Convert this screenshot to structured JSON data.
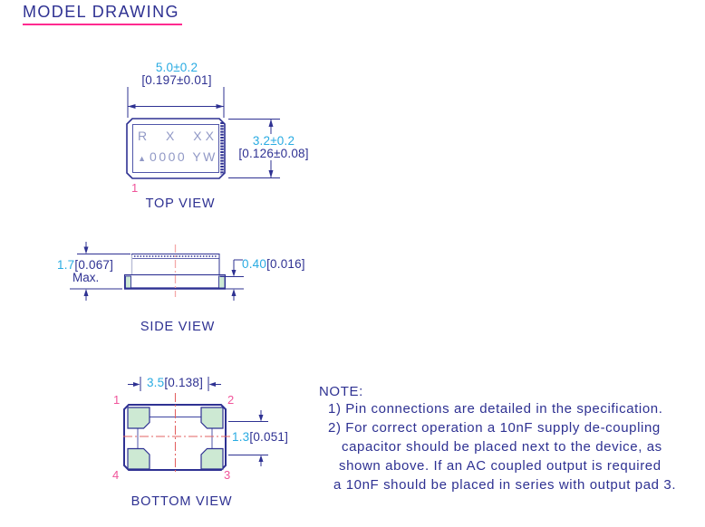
{
  "title": "MODEL DRAWING",
  "colors": {
    "line_navy": "#2e3192",
    "dim_metric_cyan": "#29abe2",
    "pin_pink": "#f0549a",
    "underline_pink": "#ff2a90",
    "centerline_red": "#e36363",
    "centerline_salmon": "#f4a9a9",
    "pad_green": "#cde9d3",
    "marking_gray": "#9199c6"
  },
  "top_view": {
    "label": "TOP VIEW",
    "marking_line1": "R X XX",
    "marking_triangle": "▲",
    "marking_line2": "0000 YW",
    "pin1": "1",
    "dim_width": {
      "metric": "5.0±0.2",
      "imperial": "[0.197±0.01]"
    },
    "dim_height": {
      "metric": "3.2±0.2",
      "imperial": "[0.126±0.08]"
    }
  },
  "side_view": {
    "label": "SIDE VIEW",
    "dim_height": {
      "metric": "1.7",
      "imperial": "[0.067]",
      "qualifier": "Max."
    },
    "dim_base_thickness": {
      "metric": "0.40",
      "imperial": "[0.016]"
    }
  },
  "bottom_view": {
    "label": "BOTTOM VIEW",
    "pins": {
      "p1": "1",
      "p2": "2",
      "p3": "3",
      "p4": "4"
    },
    "dim_pad_span": {
      "metric": "3.5",
      "imperial": "[0.138]"
    },
    "dim_pad_pitch": {
      "metric": "1.3",
      "imperial": "[0.051]"
    }
  },
  "note": {
    "heading": "NOTE:",
    "lines": [
      "1) Pin connections are detailed in the specification.",
      "2) For correct operation a 10nF supply de-coupling",
      "capacitor should be placed next to the device, as",
      "shown above. If an AC coupled output is required",
      "a 10nF should be placed in series with output pad 3."
    ]
  }
}
